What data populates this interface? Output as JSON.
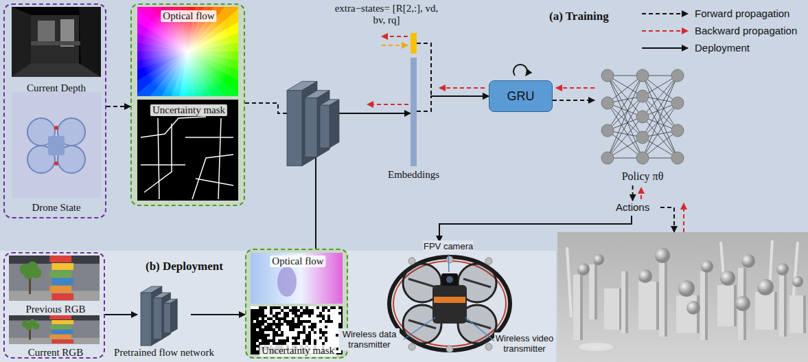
{
  "diagram": {
    "nodes": [
      {
        "text": [
          "Current Depth",
          "Drone State"
        ]
      },
      {
        "text": [
          "Optical flow",
          "Uncertainty mask"
        ]
      },
      {
        "text": [
          "extra−states= [R[2,:], vd, bv, rq]"
        ]
      },
      {
        "text": [
          "Embeddings"
        ]
      },
      {
        "text": [
          "GRU"
        ]
      },
      {
        "text": [
          "Policy πθ"
        ]
      },
      {
        "text": [
          "Actions"
        ]
      },
      {
        "text": [
          "Previous RGB",
          "Current RGB"
        ]
      },
      {
        "text": [
          "Pretrained flow network"
        ]
      },
      {
        "text": [
          "Optical flow",
          "Uncertainty mask"
        ]
      }
    ],
    "edges": [
      {
        "from": 0,
        "to": 1,
        "arrow": "to"
      },
      {
        "from": 1,
        "to": 3,
        "arrow": "to"
      },
      {
        "from": 2,
        "to": 4,
        "arrow": "to"
      },
      {
        "from": 3,
        "to": 4,
        "arrow": "to"
      },
      {
        "from": 4,
        "to": 5,
        "arrow": "to"
      },
      {
        "from": 5,
        "to": 6,
        "arrow": "to"
      },
      {
        "from": 7,
        "to": 8,
        "arrow": "to"
      },
      {
        "from": 8,
        "to": 9,
        "arrow": "to"
      },
      {
        "from": 9,
        "to": 3,
        "arrow": "none"
      }
    ],
    "labels": [
      "(a) Training",
      "(b) Deployment",
      "FPV camera",
      "Wireless data transmitter",
      "Wireless video transmitter"
    ],
    "legend": [
      {
        "text": "Forward propagation"
      },
      {
        "text": "Backward propagation"
      },
      {
        "text": "Deployment"
      }
    ]
  }
}
